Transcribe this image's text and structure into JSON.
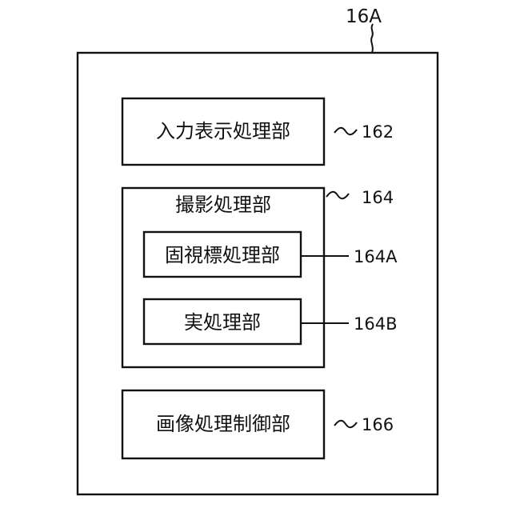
{
  "outer_block": {
    "ref": "16A"
  },
  "blocks": {
    "input_display": {
      "label": "入力表示処理部",
      "ref": "162"
    },
    "imaging": {
      "label": "撮影処理部",
      "ref": "164"
    },
    "fixation": {
      "label": "固視標処理部",
      "ref": "164A"
    },
    "actual": {
      "label": "実処理部",
      "ref": "164B"
    },
    "image_control": {
      "label": "画像処理制御部",
      "ref": "166"
    }
  }
}
